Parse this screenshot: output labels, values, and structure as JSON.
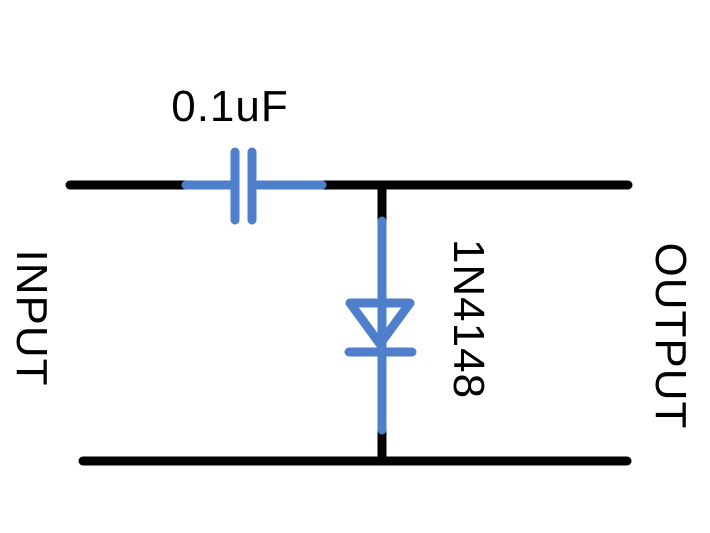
{
  "diagram": {
    "type": "circuit-schematic",
    "labels": {
      "capacitor_value": "0.1uF",
      "diode_part": "1N4148",
      "input": "INPUT",
      "output": "OUTPUT"
    },
    "colors": {
      "wire": "#000000",
      "component": "#4F7FCB",
      "text": "#000000",
      "background": "#FFFFFF"
    },
    "components": [
      {
        "type": "capacitor",
        "label": "0.1uF",
        "placement": "series-top-wire"
      },
      {
        "type": "diode",
        "label": "1N4148",
        "placement": "shunt-vertical-cathode-down"
      }
    ],
    "terminals": {
      "left": "INPUT",
      "right": "OUTPUT"
    }
  }
}
